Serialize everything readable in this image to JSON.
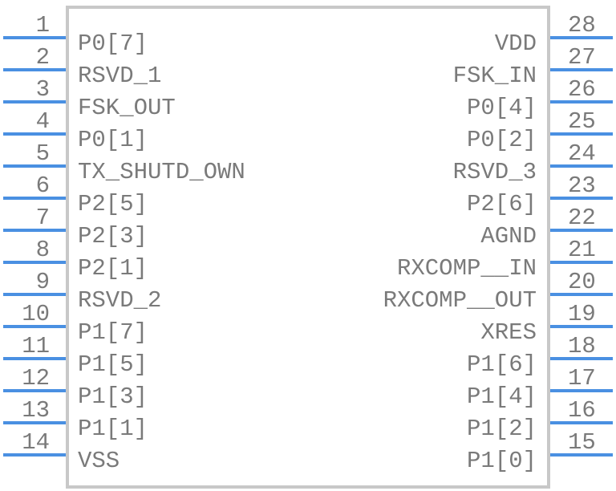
{
  "component": {
    "left_pins": [
      {
        "number": "1",
        "name": "P0[7]"
      },
      {
        "number": "2",
        "name": "RSVD_1"
      },
      {
        "number": "3",
        "name": "FSK_OUT"
      },
      {
        "number": "4",
        "name": "P0[1]"
      },
      {
        "number": "5",
        "name": "TX_SHUTD_OWN"
      },
      {
        "number": "6",
        "name": "P2[5]"
      },
      {
        "number": "7",
        "name": "P2[3]"
      },
      {
        "number": "8",
        "name": "P2[1]"
      },
      {
        "number": "9",
        "name": "RSVD_2"
      },
      {
        "number": "10",
        "name": "P1[7]"
      },
      {
        "number": "11",
        "name": "P1[5]"
      },
      {
        "number": "12",
        "name": "P1[3]"
      },
      {
        "number": "13",
        "name": "P1[1]"
      },
      {
        "number": "14",
        "name": "VSS"
      }
    ],
    "right_pins": [
      {
        "number": "28",
        "name": "VDD"
      },
      {
        "number": "27",
        "name": "FSK_IN"
      },
      {
        "number": "26",
        "name": "P0[4]"
      },
      {
        "number": "25",
        "name": "P0[2]"
      },
      {
        "number": "24",
        "name": "RSVD_3"
      },
      {
        "number": "23",
        "name": "P2[6]"
      },
      {
        "number": "22",
        "name": "AGND"
      },
      {
        "number": "21",
        "name": "RXCOMP__IN"
      },
      {
        "number": "20",
        "name": "RXCOMP__OUT"
      },
      {
        "number": "19",
        "name": "XRES"
      },
      {
        "number": "18",
        "name": "P1[6]"
      },
      {
        "number": "17",
        "name": "P1[4]"
      },
      {
        "number": "16",
        "name": "P1[2]"
      },
      {
        "number": "15",
        "name": "P1[0]"
      }
    ],
    "colors": {
      "pin": "#4a90e2",
      "text": "#7a7a7a",
      "outline": "#c8c8c8"
    }
  }
}
